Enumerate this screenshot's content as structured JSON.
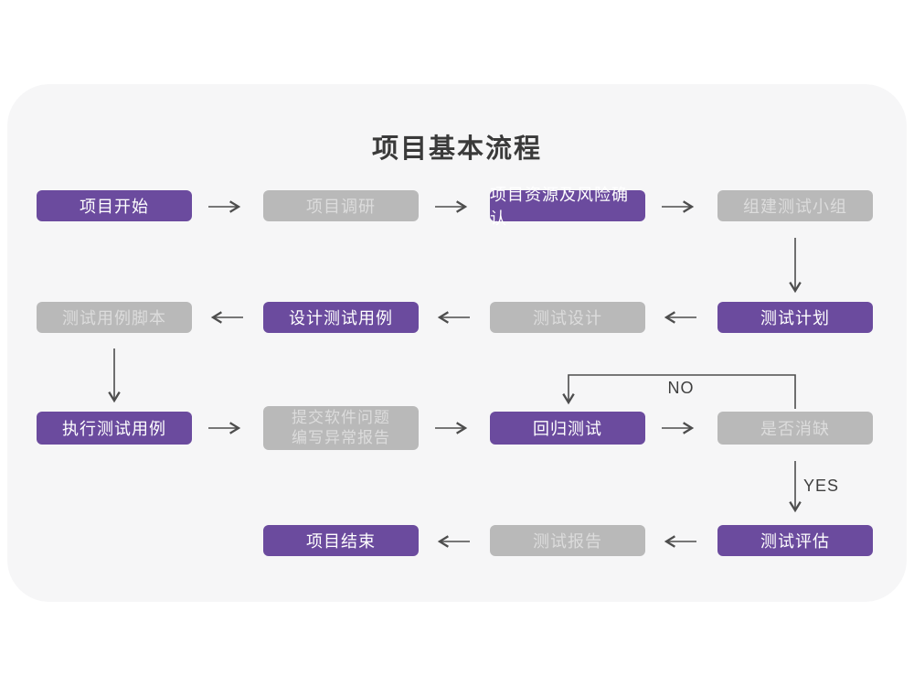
{
  "title": "项目基本流程",
  "colors": {
    "purple": "#6b4b9e",
    "gray": "#b9b9b9",
    "gray_text": "#dcdcdc",
    "arrow": "#4d4d4d",
    "card_bg": "#f6f6f7",
    "title_color": "#3a3a3a"
  },
  "edge_labels": {
    "no": "NO",
    "yes": "YES"
  },
  "nodes": {
    "project_start": {
      "label": "项目开始",
      "style": "purple"
    },
    "project_research": {
      "label": "项目调研",
      "style": "gray"
    },
    "resources_risk": {
      "label": "项目资源及风险确认",
      "style": "purple"
    },
    "build_test_team": {
      "label": "组建测试小组",
      "style": "gray"
    },
    "test_case_script": {
      "label": "测试用例脚本",
      "style": "gray"
    },
    "design_test_cases": {
      "label": "设计测试用例",
      "style": "purple"
    },
    "test_design": {
      "label": "测试设计",
      "style": "gray"
    },
    "test_plan": {
      "label": "测试计划",
      "style": "purple"
    },
    "execute_test_cases": {
      "label": "执行测试用例",
      "style": "purple"
    },
    "submit_issue_report": {
      "label": "提交软件问题\n编写异常报告",
      "style": "gray"
    },
    "regression_test": {
      "label": "回归测试",
      "style": "purple"
    },
    "defect_cleared": {
      "label": "是否消缺",
      "style": "gray"
    },
    "test_evaluation": {
      "label": "测试评估",
      "style": "purple"
    },
    "test_report": {
      "label": "测试报告",
      "style": "gray"
    },
    "project_end": {
      "label": "项目结束",
      "style": "purple"
    }
  }
}
